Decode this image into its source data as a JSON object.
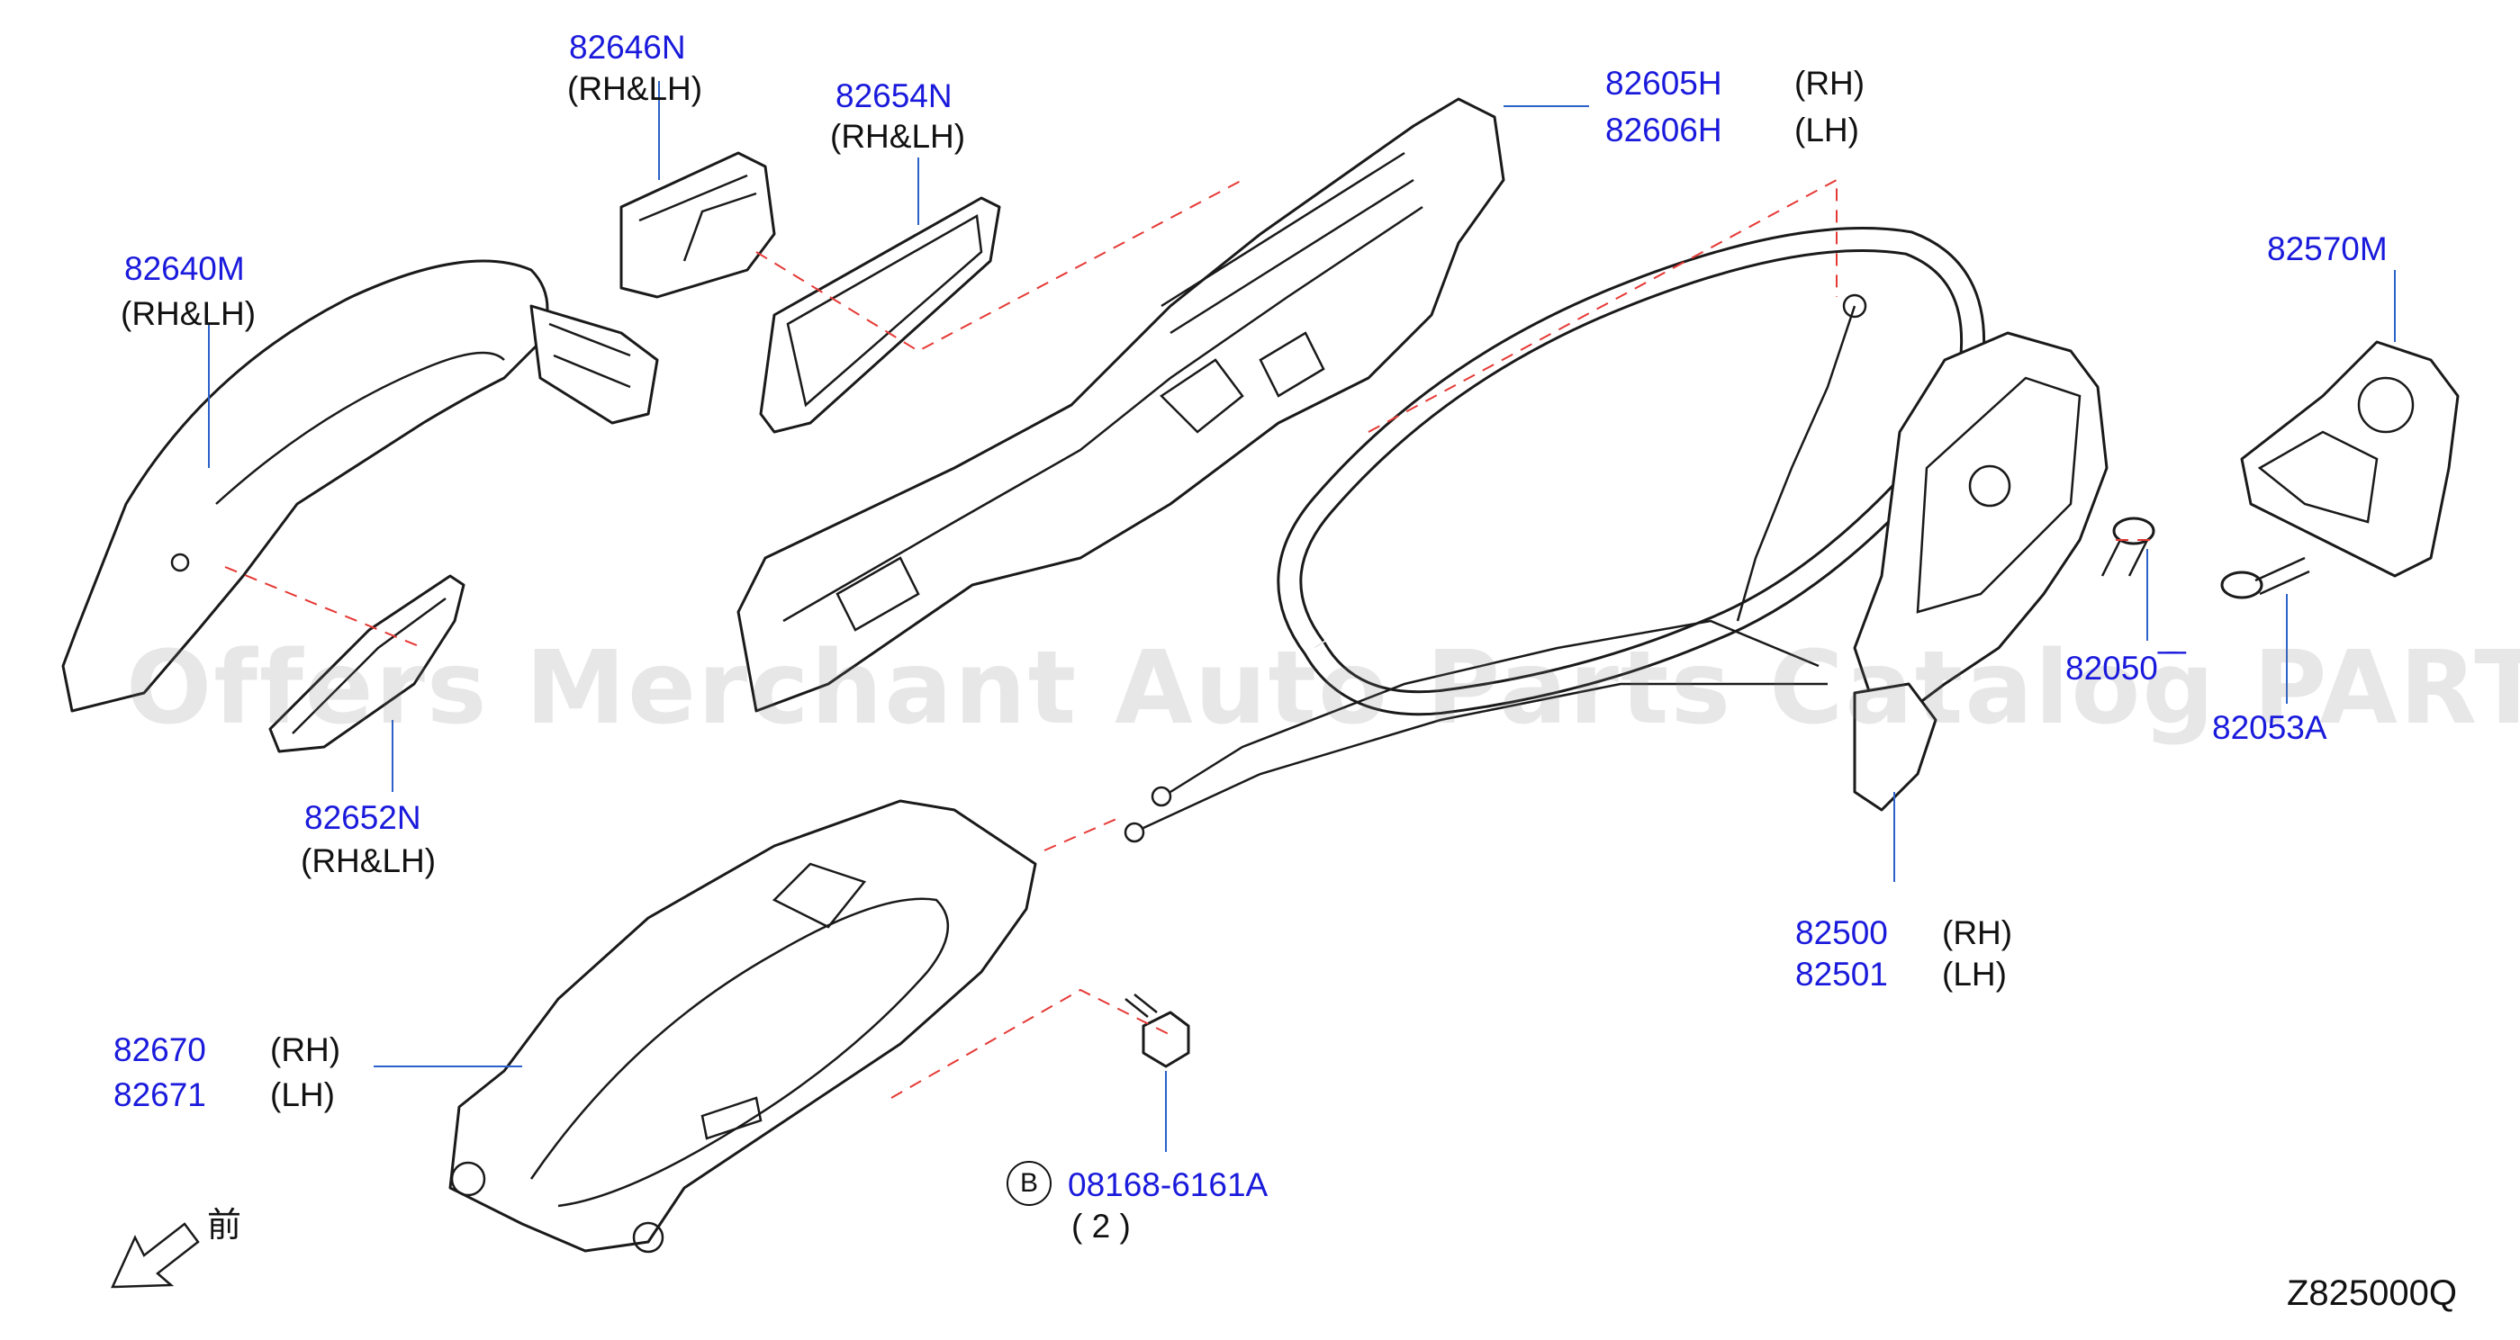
{
  "diagram_code": "Z825000Q",
  "watermark": "Offers Merchant Auto Parts Catalog PARTSTORE.SA",
  "front_marker": "前",
  "parts": [
    {
      "id": "p82646N",
      "number": "82646N",
      "side": "(RH&LH)"
    },
    {
      "id": "p82654N",
      "number": "82654N",
      "side": "(RH&LH)"
    },
    {
      "id": "p82640M",
      "number": "82640M",
      "side": "(RH&LH)"
    },
    {
      "id": "p82652N",
      "number": "82652N",
      "side": "(RH&LH)"
    },
    {
      "id": "p82605H",
      "number": "82605H",
      "side": "(RH)"
    },
    {
      "id": "p82606H",
      "number": "82606H",
      "side": "(LH)"
    },
    {
      "id": "p82570M",
      "number": "82570M",
      "side": ""
    },
    {
      "id": "p82053",
      "number": "82050 ̅ ̅",
      "side": ""
    },
    {
      "id": "p82053A",
      "number": "82053A",
      "side": ""
    },
    {
      "id": "p82500",
      "number": "82500",
      "side": "(RH)"
    },
    {
      "id": "p82501",
      "number": "82501",
      "side": "(LH)"
    },
    {
      "id": "p82670",
      "number": "82670",
      "side": "(RH)"
    },
    {
      "id": "p82671",
      "number": "82671",
      "side": "(LH)"
    },
    {
      "id": "p08168",
      "number": "08168-6161A",
      "side": "( 2 )",
      "prefix": "B"
    }
  ]
}
